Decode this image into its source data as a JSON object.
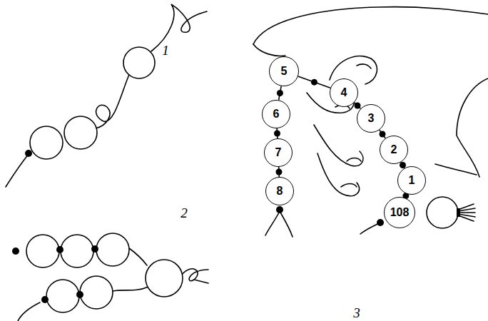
{
  "diagram": {
    "nodes": [
      {
        "text": [
          "5"
        ]
      },
      {
        "text": [
          "4"
        ]
      },
      {
        "text": [
          "3"
        ]
      },
      {
        "text": [
          "2"
        ]
      },
      {
        "text": [
          "1"
        ]
      },
      {
        "text": [
          "108"
        ]
      },
      {
        "text": [
          "6"
        ]
      },
      {
        "text": [
          "7"
        ]
      },
      {
        "text": [
          "8"
        ]
      }
    ],
    "edges": [
      {
        "from": 0,
        "to": 1,
        "arrow": "none"
      },
      {
        "from": 1,
        "to": 2,
        "arrow": "none"
      },
      {
        "from": 2,
        "to": 3,
        "arrow": "none"
      },
      {
        "from": 3,
        "to": 4,
        "arrow": "none"
      },
      {
        "from": 4,
        "to": 5,
        "arrow": "none"
      },
      {
        "from": 0,
        "to": 6,
        "arrow": "none"
      },
      {
        "from": 6,
        "to": 7,
        "arrow": "none"
      },
      {
        "from": 7,
        "to": 8,
        "arrow": "none"
      }
    ],
    "labels": [
      "1",
      "2",
      "3"
    ]
  }
}
